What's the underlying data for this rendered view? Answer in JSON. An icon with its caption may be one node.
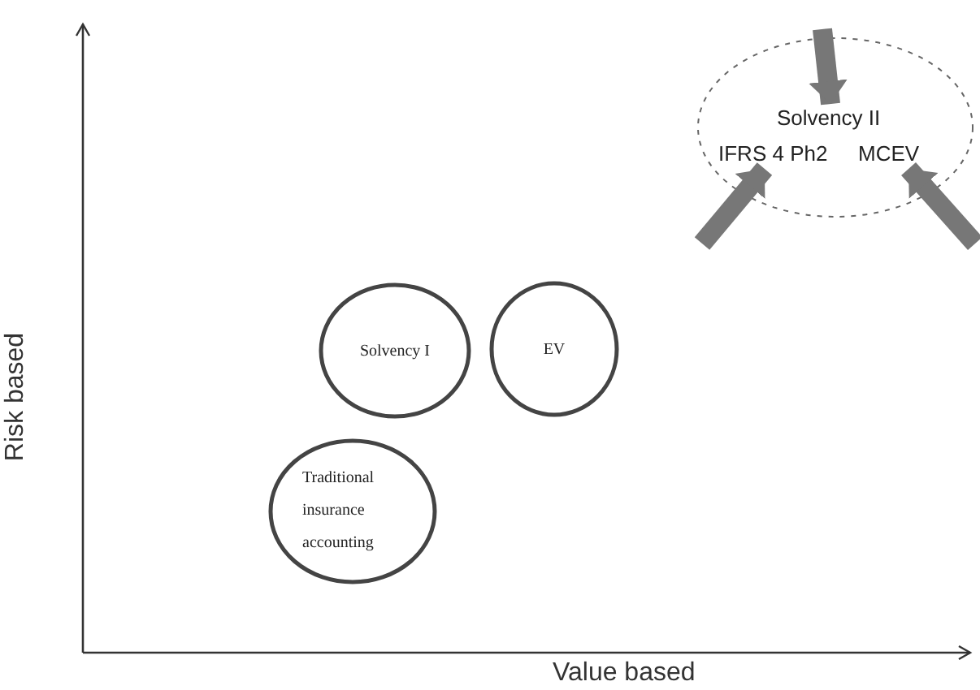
{
  "diagram": {
    "nodes": [
      {
        "text": [],
        "shape": "circle"
      },
      {
        "text": [
          "Solvency II"
        ],
        "in": 0
      },
      {
        "text": [
          "IFRS 4 Ph2"
        ],
        "in": 0
      },
      {
        "text": [
          "MCEV"
        ],
        "in": 0
      },
      {
        "text": [
          "Solvency I"
        ]
      },
      {
        "text": [
          "EV"
        ]
      },
      {
        "text": [
          "Traditional insurance accounting"
        ]
      }
    ],
    "edges": [
      {
        "from": null,
        "to": 1,
        "arrow": "to"
      },
      {
        "from": null,
        "to": 2,
        "arrow": "to"
      },
      {
        "from": null,
        "to": 3,
        "arrow": "to"
      }
    ],
    "labels": [
      "Risk based",
      "Value based"
    ]
  }
}
